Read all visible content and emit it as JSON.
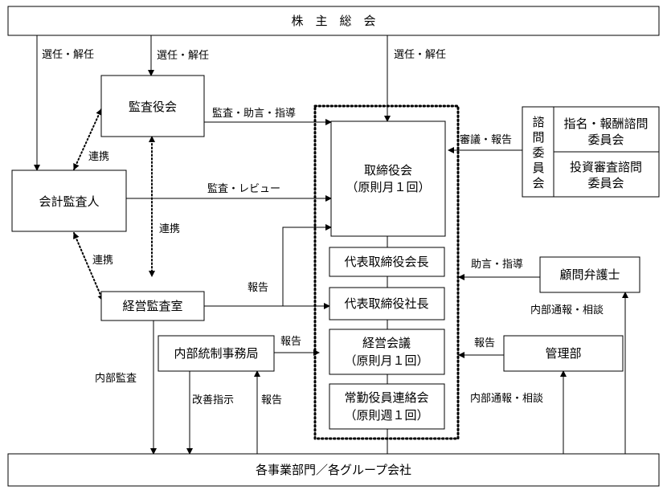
{
  "nodes": {
    "shareholders_meeting": "株　主　総　会",
    "audit_board": "監査役会",
    "accounting_auditor": "会計監査人",
    "internal_audit_office": "経営監査室",
    "internal_control_office": "内部統制事務局",
    "board_line1": "取締役会",
    "board_line2": "（原則月１回）",
    "chairman": "代表取締役会長",
    "president": "代表取締役社長",
    "management_meeting_line1": "経営会議",
    "management_meeting_line2": "（原則月１回）",
    "executive_meeting_line1": "常勤役員連絡会",
    "executive_meeting_line2": "（原則週１回）",
    "advisory_committee_chars": [
      "諮",
      "問",
      "委",
      "員",
      "会"
    ],
    "nomination_committee_line1": "指名・報酬諮問",
    "nomination_committee_line2": "委員会",
    "investment_committee_line1": "投資審査諮問",
    "investment_committee_line2": "委員会",
    "legal_advisor": "顧問弁護士",
    "administration_dept": "管理部",
    "business_units": "各事業部門／各グループ会社"
  },
  "edges": {
    "elect_dismiss_auditor": "選任・解任",
    "elect_dismiss_audit_board": "選任・解任",
    "elect_dismiss_board": "選任・解任",
    "audit_advice_guidance": "監査・助言・指導",
    "cooperation_1": "連携",
    "cooperation_2": "連携",
    "cooperation_3": "連携",
    "audit_review": "監査・レビュー",
    "deliberation_report": "審議・報告",
    "advice_guidance": "助言・指導",
    "report_internal_audit": "報告",
    "report_internal_control": "報告",
    "report_admin": "報告",
    "report_from_units": "報告",
    "internal_audit": "内部監査",
    "improvement_instruction": "改善指示",
    "whistleblowing_advisor": "内部通報・相談",
    "whistleblowing_admin": "内部通報・相談"
  }
}
